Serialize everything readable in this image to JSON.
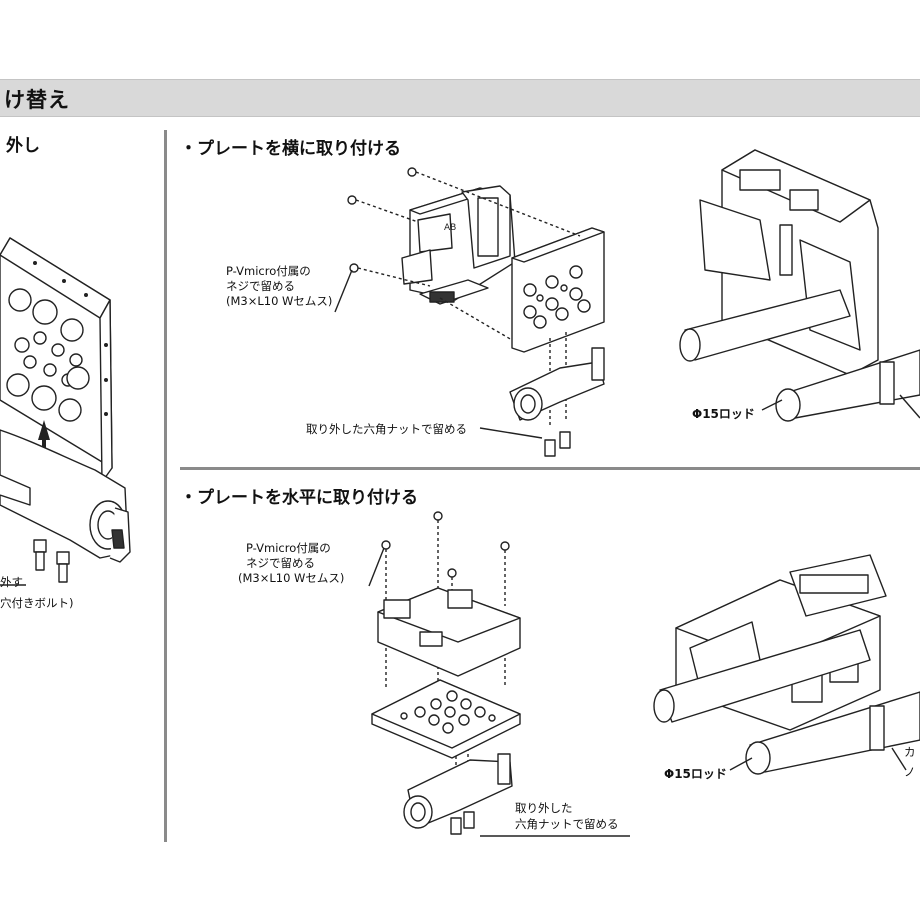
{
  "header": {
    "title": "け替え"
  },
  "left_panel": {
    "heading": "外し",
    "caption_line1": "外す",
    "caption_line2": "穴付きボルト)"
  },
  "section_side": {
    "title": "・プレートを横に取り付ける",
    "screw_label_line1": "P-Vmicro付属の",
    "screw_label_line2": "ネジで留める",
    "screw_label_line3": "(M3×L10 Wセムス)",
    "nut_label": "取り外した六角ナットで留める",
    "rod_label": "Φ15ロッド"
  },
  "section_horizontal": {
    "title": "・プレートを水平に取り付ける",
    "screw_label_line1": "P-Vmicro付属の",
    "screw_label_line2": "ネジで留める",
    "screw_label_line3": "(M3×L10 Wセムス)",
    "nut_label_line1": "取り外した",
    "nut_label_line2": "六角ナットで留める",
    "rod_label": "Φ15ロッド",
    "cut_label_1": "カ",
    "cut_label_2": "ノ"
  }
}
